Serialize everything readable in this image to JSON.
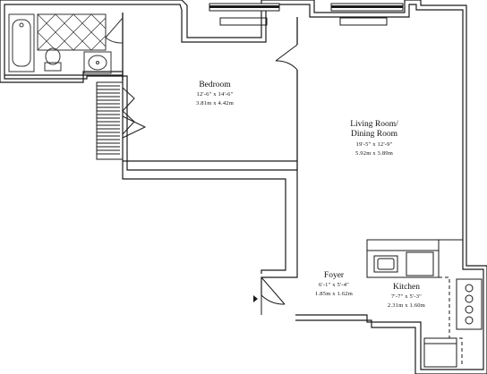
{
  "rooms": {
    "bedroom": {
      "name": "Bedroom",
      "imperial": "12'-6\" x 14'-6\"",
      "metric": "3.81m x 4.42m"
    },
    "living_room": {
      "name_line1": "Living Room/",
      "name_line2": "Dining Room",
      "imperial": "19'-5\" x 12'-9\"",
      "metric": "5.92m x 3.89m"
    },
    "foyer": {
      "name": "Foyer",
      "imperial": "6'-1\" x 5'-4\"",
      "metric": "1.85m x 1.62m"
    },
    "kitchen": {
      "name": "Kitchen",
      "imperial": "7'-7\" x 5'-3\"",
      "metric": "2.31m x 1.60m"
    }
  },
  "colors": {
    "wall": "#1a1a1a",
    "fixture": "#333333",
    "background": "#ffffff"
  }
}
